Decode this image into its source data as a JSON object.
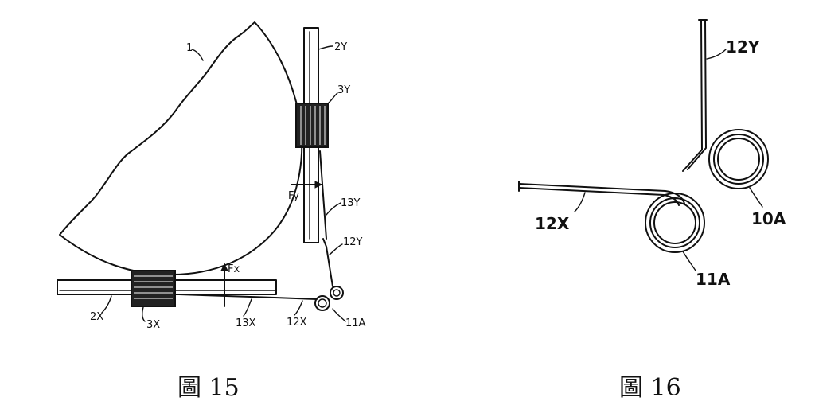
{
  "figures": [
    {
      "caption": "圖 15",
      "labels": {
        "part_1": "1",
        "rod_2y": "2Y",
        "sleeve_3y": "3Y",
        "force_fy": "Fy",
        "spring_13y": "13Y",
        "arm_12y": "12Y",
        "force_fx": "Fx",
        "rod_2x": "2X",
        "sleeve_3x": "3X",
        "spring_13x": "13X",
        "arm_12x": "12X",
        "coil_11a": "11A"
      }
    },
    {
      "caption": "圖 16",
      "labels": {
        "arm_12y": "12Y",
        "arm_12x": "12X",
        "coil_10a": "10A",
        "coil_11a": "11A"
      }
    }
  ]
}
